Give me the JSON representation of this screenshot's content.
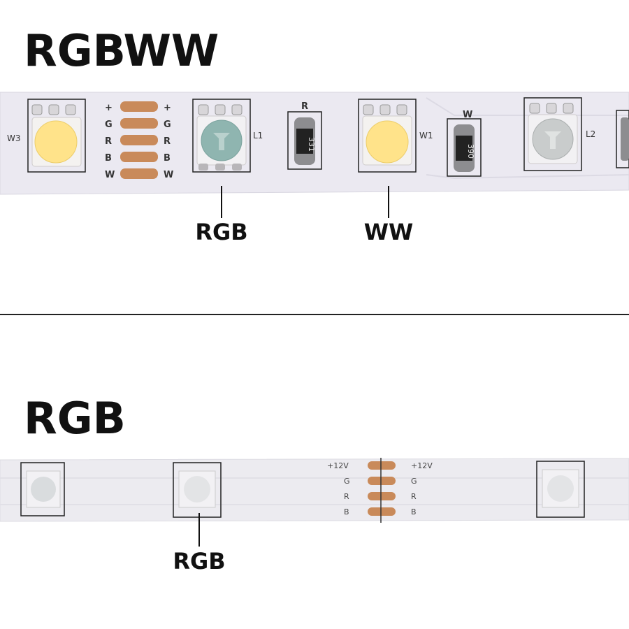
{
  "sections": [
    {
      "heading": "RGBWW",
      "callouts": [
        "RGB",
        "WW"
      ],
      "led_labels": [
        "W3",
        "L1",
        "W1",
        "L2"
      ],
      "resistor_labels": [
        "R",
        "W"
      ],
      "resistor_codes": [
        "331",
        "390"
      ],
      "pad_labels": [
        "+",
        "G",
        "R",
        "B",
        "W"
      ]
    },
    {
      "heading": "RGB",
      "callouts": [
        "RGB"
      ],
      "pad_labels": [
        "+12V",
        "G",
        "R",
        "B"
      ]
    }
  ],
  "colors": {
    "strip": "#eceaf2",
    "copper_pad": "#c98a5a",
    "warm_white_led": "#ffe38a",
    "rgb_led": "#8fb5b0"
  }
}
